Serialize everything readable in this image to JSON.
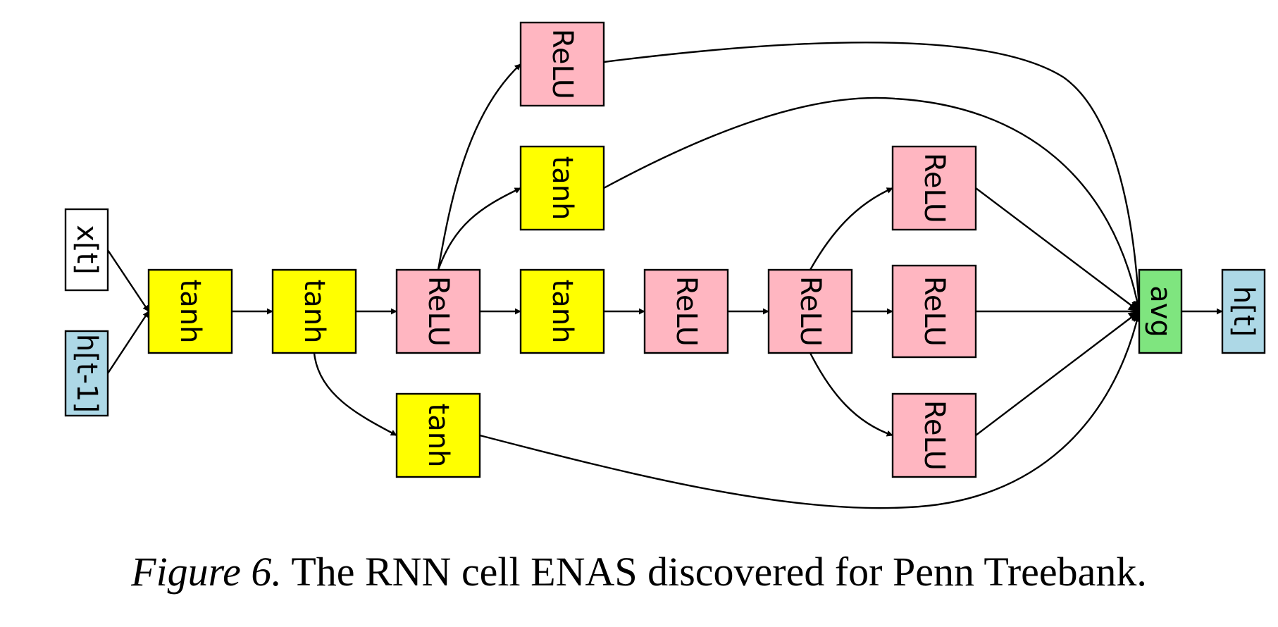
{
  "colors": {
    "tanh": "#ffff00",
    "relu": "#ffb6c1",
    "avg": "#7fe57f",
    "input_hidden": "#add8e6",
    "input_x": "#ffffff",
    "output": "#add8e6",
    "stroke": "#000000"
  },
  "diagram": {
    "nodes": [
      {
        "id": "x",
        "label": "x[t]"
      },
      {
        "id": "hprev",
        "label": "h[t-1]"
      },
      {
        "id": "n1",
        "label": "tanh"
      },
      {
        "id": "n2",
        "label": "tanh"
      },
      {
        "id": "n3",
        "label": "ReLU"
      },
      {
        "id": "n4",
        "label": "tanh"
      },
      {
        "id": "n5",
        "label": "ReLU"
      },
      {
        "id": "n6",
        "label": "ReLU"
      },
      {
        "id": "n7",
        "label": "ReLU"
      },
      {
        "id": "n8",
        "label": "ReLU"
      },
      {
        "id": "top_relu",
        "label": "ReLU"
      },
      {
        "id": "top_tanh",
        "label": "tanh"
      },
      {
        "id": "r_up",
        "label": "ReLU"
      },
      {
        "id": "r_down",
        "label": "ReLU"
      },
      {
        "id": "bot_tanh",
        "label": "tanh"
      },
      {
        "id": "avg",
        "label": "avg"
      },
      {
        "id": "ht",
        "label": "h[t]"
      }
    ],
    "edges": [
      [
        "x",
        "n1"
      ],
      [
        "hprev",
        "n1"
      ],
      [
        "n1",
        "n2"
      ],
      [
        "n2",
        "n3"
      ],
      [
        "n3",
        "n4"
      ],
      [
        "n4",
        "n5"
      ],
      [
        "n5",
        "n6"
      ],
      [
        "n6",
        "n7"
      ],
      [
        "n2",
        "bot_tanh"
      ],
      [
        "n3",
        "top_relu"
      ],
      [
        "n3",
        "top_tanh"
      ],
      [
        "n6",
        "r_up"
      ],
      [
        "n6",
        "r_down"
      ],
      [
        "top_relu",
        "avg"
      ],
      [
        "top_tanh",
        "avg"
      ],
      [
        "r_up",
        "avg"
      ],
      [
        "n7",
        "avg"
      ],
      [
        "r_down",
        "avg"
      ],
      [
        "bot_tanh",
        "avg"
      ],
      [
        "avg",
        "ht"
      ]
    ]
  },
  "caption": {
    "figure_label": "Figure 6.",
    "text": "The RNN cell ENAS discovered for Penn Treebank."
  }
}
